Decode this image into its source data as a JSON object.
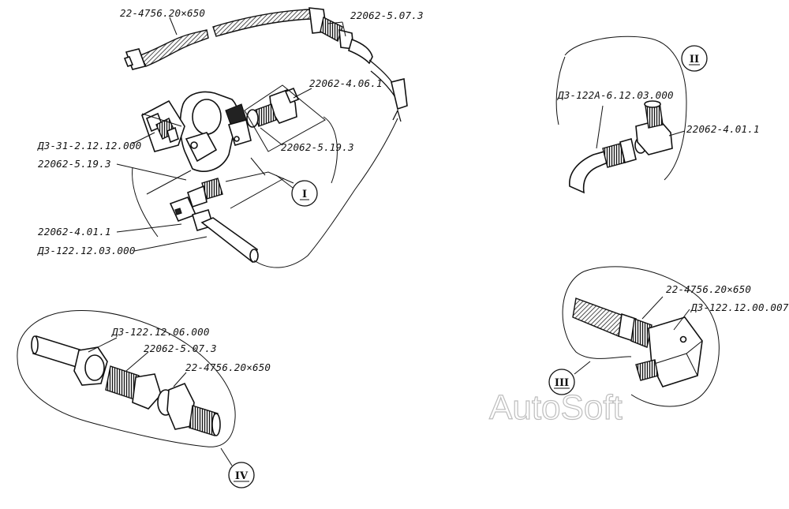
{
  "labels": {
    "main_hose_top": "22-4756.20×650",
    "main_union_top": "22062-5.07.3",
    "main_elbow": "22062-4.06.1",
    "main_nipple_a": "22062-5.19.3",
    "main_fitting_left": "ДЗ-31-2.12.12.000",
    "main_nipple_b": "22062-5.19.3",
    "main_tee": "22062-4.01.1",
    "main_pipe": "ДЗ-122.12.03.000",
    "ii_pipe": "ДЗ-122А-6.12.03.000",
    "ii_tee": "22062-4.01.1",
    "iii_hose": "22-4756.20×650",
    "iii_block": "ДЗ-122.12.00.007",
    "iv_pipe": "ДЗ-122.12.06.000",
    "iv_union": "22062-5.07.3",
    "iv_hose": "22-4756.20×650"
  },
  "callouts": {
    "i": "I",
    "ii": "II",
    "iii": "III",
    "iv": "IV"
  },
  "watermark": "AutoSoft"
}
